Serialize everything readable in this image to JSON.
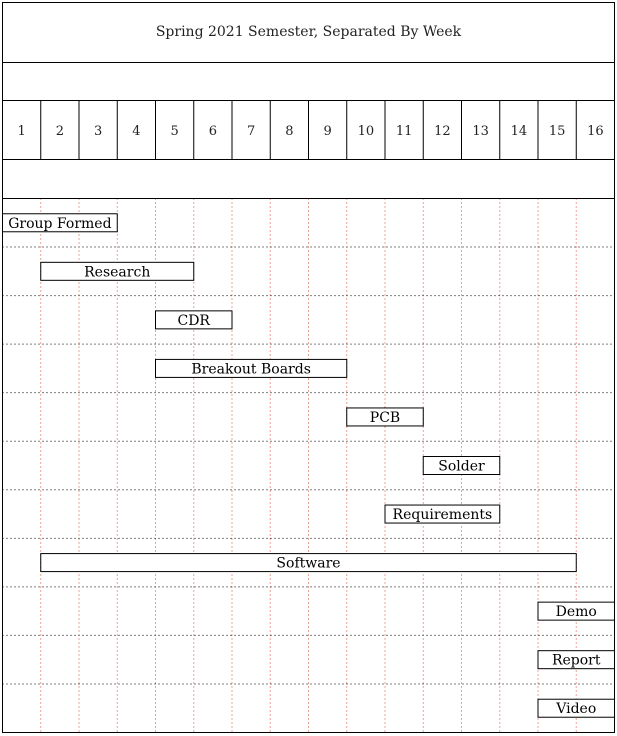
{
  "title": "Spring 2021 Semester, Separated By Week",
  "chart_data": {
    "type": "gantt",
    "weeks": [
      "1",
      "2",
      "3",
      "4",
      "5",
      "6",
      "7",
      "8",
      "9",
      "10",
      "11",
      "12",
      "13",
      "14",
      "15",
      "16"
    ],
    "tasks": [
      {
        "name": "Group Formed",
        "start": 1,
        "end": 3
      },
      {
        "name": "Research",
        "start": 2,
        "end": 5
      },
      {
        "name": "CDR",
        "start": 5,
        "end": 6
      },
      {
        "name": "Breakout Boards",
        "start": 5,
        "end": 9
      },
      {
        "name": "PCB",
        "start": 10,
        "end": 11
      },
      {
        "name": "Solder",
        "start": 12,
        "end": 13
      },
      {
        "name": "Requirements",
        "start": 11,
        "end": 13
      },
      {
        "name": "Software",
        "start": 2,
        "end": 15
      },
      {
        "name": "Demo",
        "start": 15,
        "end": 16
      },
      {
        "name": "Report",
        "start": 15,
        "end": 16
      },
      {
        "name": "Video",
        "start": 15,
        "end": 16
      }
    ]
  }
}
